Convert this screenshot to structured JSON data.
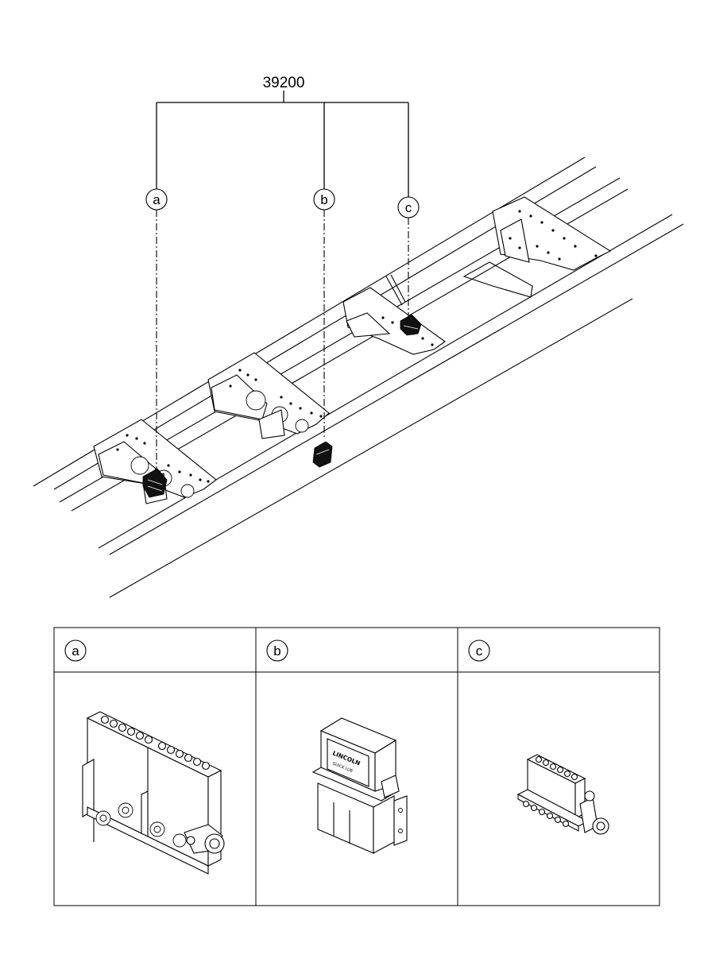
{
  "part_number": "39200",
  "callouts": [
    {
      "id": "a",
      "label": "a"
    },
    {
      "id": "b",
      "label": "b"
    },
    {
      "id": "c",
      "label": "c"
    }
  ],
  "table": {
    "headers": [
      "a",
      "b",
      "c"
    ]
  },
  "detail_b_text": {
    "brand": "LINCOLN",
    "model": "QUICK LUB"
  }
}
